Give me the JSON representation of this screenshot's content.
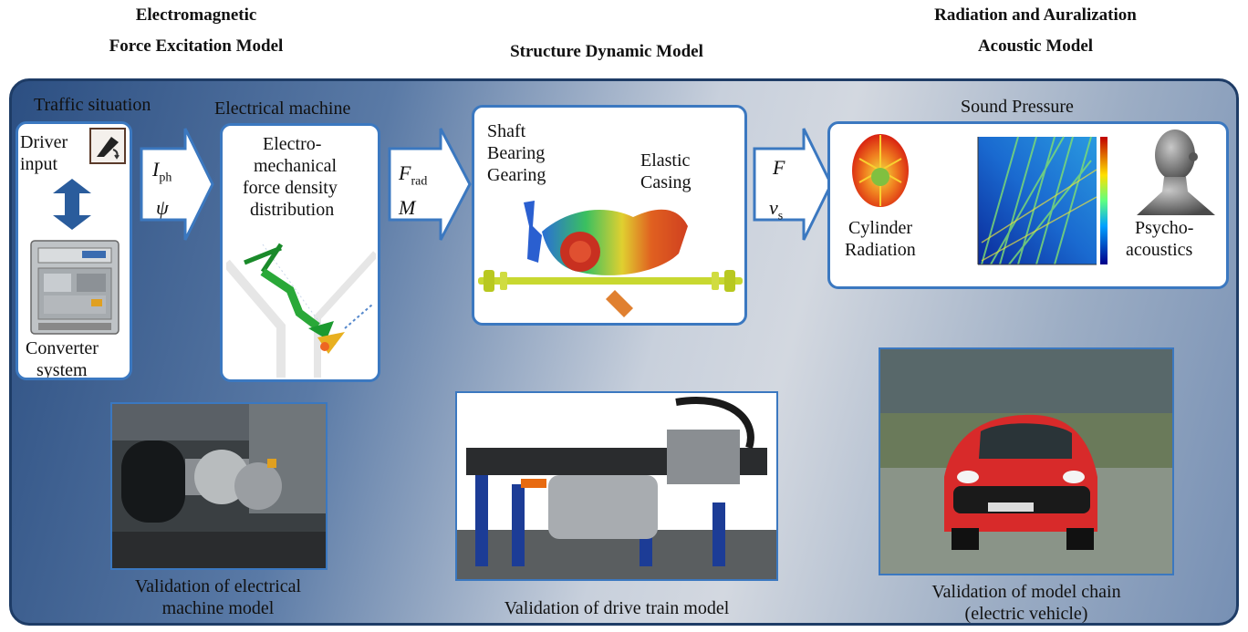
{
  "headers": {
    "left_line1": "Electromagnetic",
    "left_line2": "Force Excitation Model",
    "middle": "Structure Dynamic Model",
    "right_line1": "Radiation and Auralization",
    "right_line2": "Acoustic Model"
  },
  "labels": {
    "traffic": "Traffic situation",
    "electrical_machine": "Electrical machine",
    "sound_pressure": "Sound Pressure"
  },
  "driver_box": {
    "driver": "Driver",
    "input": "input",
    "converter": "Converter",
    "system": "system"
  },
  "machine_box": {
    "line1": "Electro-",
    "line2": "mechanical",
    "line3": "force density",
    "line4": "distribution"
  },
  "structure_box": {
    "shaft": "Shaft",
    "bearing": "Bearing",
    "gearing": "Gearing",
    "elastic": "Elastic",
    "casing": "Casing"
  },
  "acoustic_box": {
    "cylinder": "Cylinder",
    "radiation": "Radiation",
    "psycho": "Psycho-",
    "acoustics": "acoustics"
  },
  "arrow_vars": {
    "a1_top": "I",
    "a1_top_sub": "ph",
    "a1_bottom": "ψ",
    "a2_top": "F",
    "a2_top_sub": "rad",
    "a2_bottom": "M",
    "a3_top": "F",
    "a3_bottom": "v",
    "a3_bottom_sub": "s"
  },
  "captions": {
    "machine_line1": "Validation of electrical",
    "machine_line2": "machine model",
    "drivetrain": "Validation of drive train model",
    "chain_line1": "Validation of model chain",
    "chain_line2": "(electric vehicle)"
  },
  "colors": {
    "box_border": "#3b78c0",
    "panel_border": "#1e3c66",
    "arrow_fill": "#ffffff",
    "arrow_border": "#3b78c0"
  }
}
